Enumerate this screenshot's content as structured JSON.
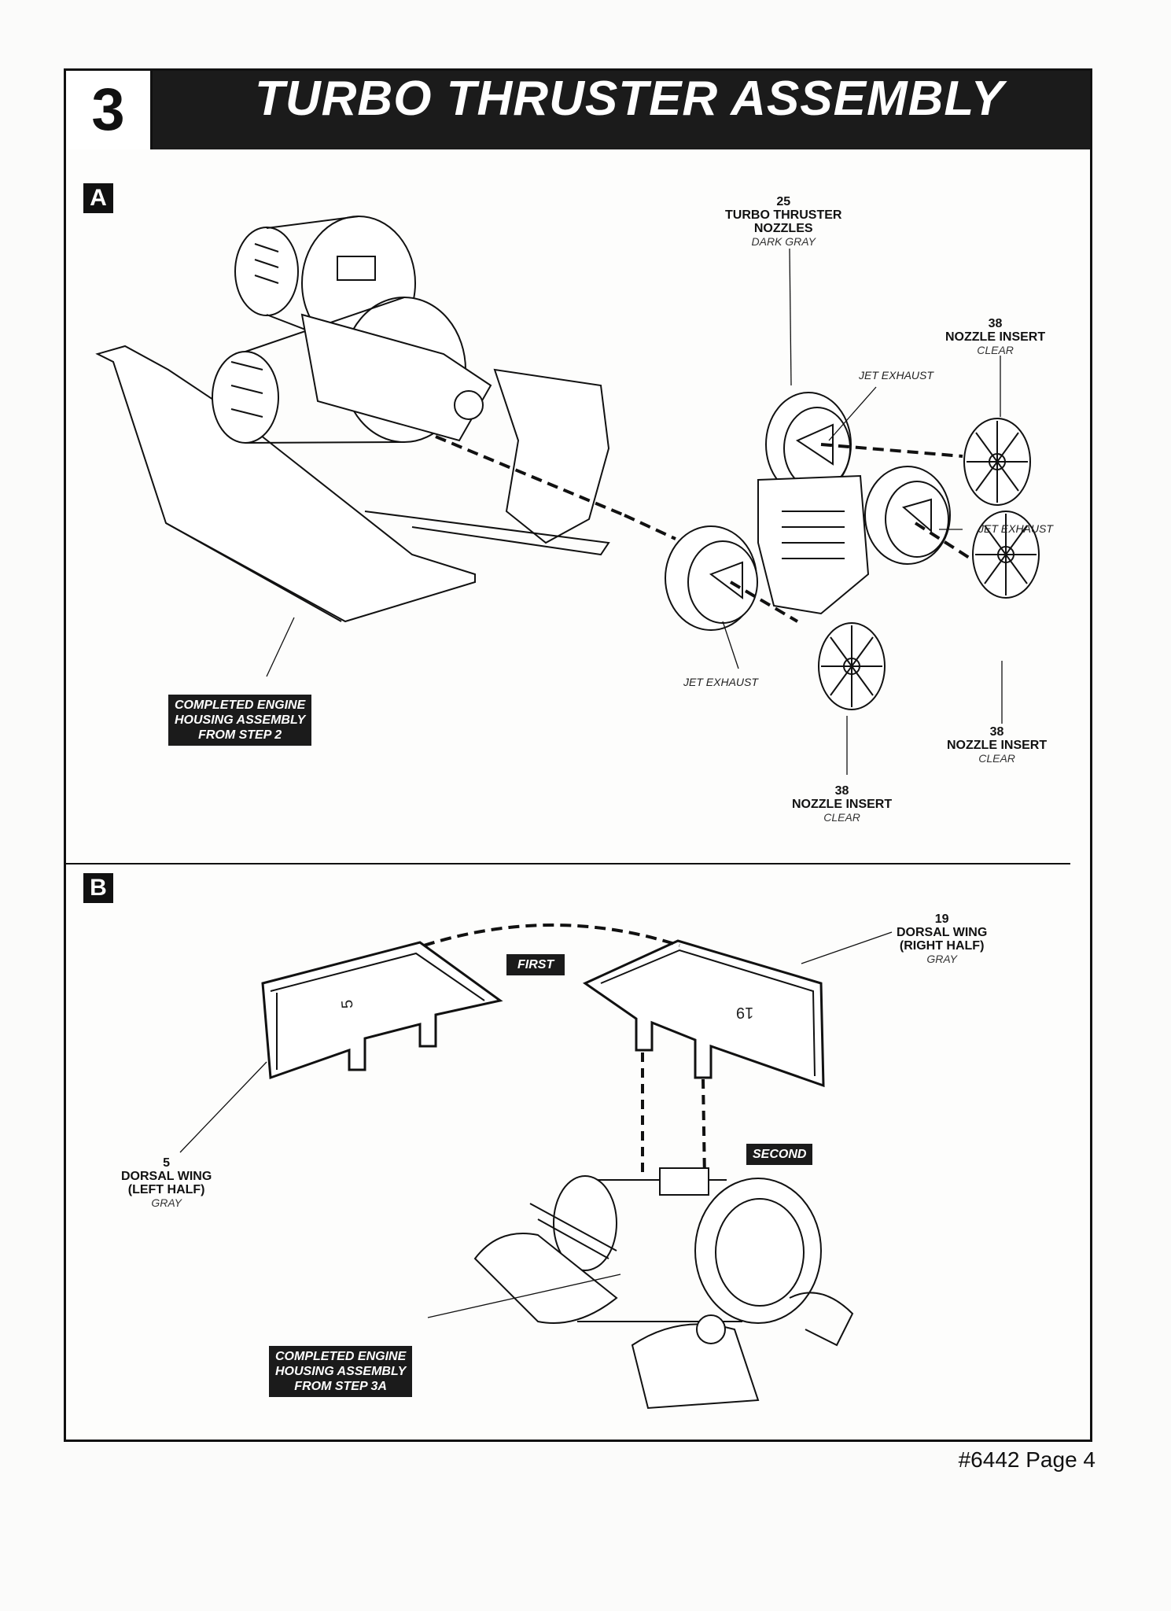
{
  "header": {
    "step_number": "3",
    "title": "TURBO THRUSTER ASSEMBLY"
  },
  "panel_a": {
    "label": "A",
    "callout_25": {
      "number": "25",
      "name_line1": "TURBO THRUSTER",
      "name_line2": "NOZZLES",
      "color": "DARK GRAY"
    },
    "callout_38_top": {
      "number": "38",
      "name": "NOZZLE INSERT",
      "color": "CLEAR"
    },
    "callout_38_right": {
      "number": "38",
      "name": "NOZZLE INSERT",
      "color": "CLEAR"
    },
    "callout_38_bottom": {
      "number": "38",
      "name": "NOZZLE INSERT",
      "color": "CLEAR"
    },
    "jet_exhaust_1": "JET EXHAUST",
    "jet_exhaust_2": "JET EXHAUST",
    "jet_exhaust_3": "JET EXHAUST",
    "engine_label": {
      "line1": "COMPLETED ENGINE",
      "line2": "HOUSING ASSEMBLY",
      "line3": "FROM STEP 2"
    }
  },
  "panel_b": {
    "label": "B",
    "callout_19": {
      "number": "19",
      "name_line1": "DORSAL WING",
      "name_line2": "(RIGHT HALF)",
      "color": "GRAY"
    },
    "callout_5": {
      "number": "5",
      "name_line1": "DORSAL WING",
      "name_line2": "(LEFT HALF)",
      "color": "GRAY"
    },
    "first_label": "FIRST",
    "second_label": "SECOND",
    "part_mark_left": "5",
    "part_mark_right": "19",
    "engine_label": {
      "line1": "COMPLETED ENGINE",
      "line2": "HOUSING ASSEMBLY",
      "line3": "FROM STEP 3A"
    }
  },
  "footer": {
    "page_ref": "#6442 Page 4"
  }
}
